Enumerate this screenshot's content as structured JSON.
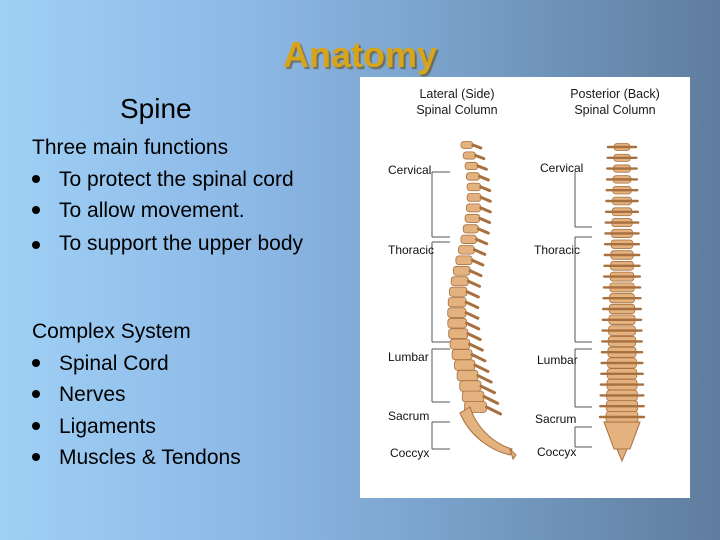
{
  "slide": {
    "title": "Anatomy",
    "subtitle": "Spine"
  },
  "functions": {
    "heading": "Three main functions",
    "items": [
      "To protect the spinal cord",
      "To allow movement.",
      "To support the upper body"
    ]
  },
  "complex": {
    "heading": "Complex System",
    "items": [
      "Spinal Cord",
      "Nerves",
      "Ligaments",
      "Muscles & Tendons"
    ]
  },
  "figure": {
    "lateral_title": "Lateral (Side)",
    "lateral_subtitle": "Spinal Column",
    "posterior_title": "Posterior (Back)",
    "posterior_subtitle": "Spinal Column",
    "regions": [
      "Cervical",
      "Thoracic",
      "Lumbar",
      "Sacrum",
      "Coccyx"
    ],
    "bone_color": "#e3b27e"
  }
}
